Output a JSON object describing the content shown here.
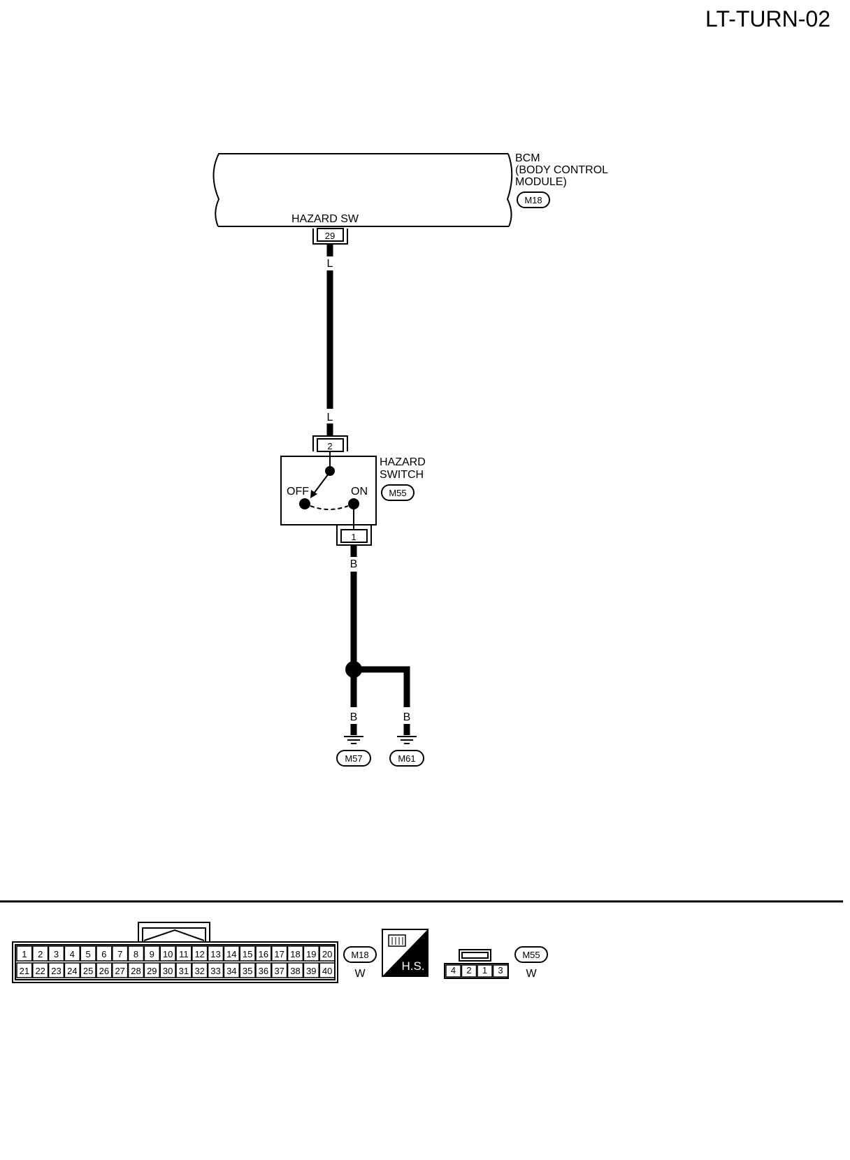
{
  "page_code": "LT-TURN-02",
  "bcm": {
    "title_line1": "BCM",
    "title_line2": "(BODY CONTROL",
    "title_line3": "MODULE)",
    "connector": "M18",
    "terminal_label": "HAZARD SW",
    "terminal_no": "29"
  },
  "wire_upper": {
    "color_top": "L",
    "color_bottom": "L"
  },
  "hazard_switch": {
    "title_line1": "HAZARD",
    "title_line2": "SWITCH",
    "connector": "M55",
    "pin_top": "2",
    "pin_bottom": "1",
    "state_off": "OFF",
    "state_on": "ON"
  },
  "wire_lower": {
    "color": "B"
  },
  "grounds": [
    {
      "wire_color": "B",
      "connector": "M57"
    },
    {
      "wire_color": "B",
      "connector": "M61"
    }
  ],
  "connector_m18": {
    "id": "M18",
    "color": "W",
    "row1": [
      "1",
      "2",
      "3",
      "4",
      "5",
      "6",
      "7",
      "8",
      "9",
      "10",
      "11",
      "12",
      "13",
      "14",
      "15",
      "16",
      "17",
      "18",
      "19",
      "20"
    ],
    "row2": [
      "21",
      "22",
      "23",
      "24",
      "25",
      "26",
      "27",
      "28",
      "29",
      "30",
      "31",
      "32",
      "33",
      "34",
      "35",
      "36",
      "37",
      "38",
      "39",
      "40"
    ]
  },
  "hs_badge": {
    "text": "H.S."
  },
  "connector_m55": {
    "id": "M55",
    "color": "W",
    "pins": [
      "4",
      "2",
      "1",
      "3"
    ]
  }
}
